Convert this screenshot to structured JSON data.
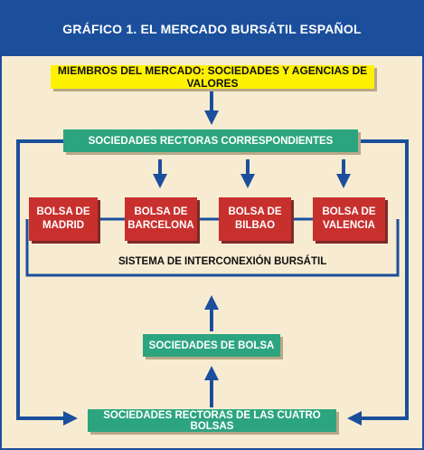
{
  "header": {
    "title": "GRÁFICO 1. EL MERCADO BURSÁTIL ESPAÑOL"
  },
  "members": {
    "label": "MIEMBROS DEL MERCADO: SOCIEDADES Y AGENCIAS DE VALORES"
  },
  "rectoras": {
    "label": "SOCIEDADES RECTORAS CORRESPONDIENTES"
  },
  "bolsas": [
    {
      "line1": "BOLSA DE",
      "line2": "MADRID"
    },
    {
      "line1": "BOLSA DE",
      "line2": "BARCELONA"
    },
    {
      "line1": "BOLSA DE",
      "line2": "BILBAO"
    },
    {
      "line1": "BOLSA DE",
      "line2": "VALENCIA"
    }
  ],
  "sistema": {
    "label": "SISTEMA DE INTERCONEXIÓN BURSÁTIL"
  },
  "sociedades_bolsa": {
    "label": "SOCIEDADES DE BOLSA"
  },
  "cuatro_bolsas": {
    "label": "SOCIEDADES RECTORAS DE LAS CUATRO BOLSAS"
  },
  "colors": {
    "header": "#1b4f9c",
    "background": "#f7ecd2",
    "arrow": "#1b4f9c",
    "yellow_box": "#fff200",
    "green_box": "#2ca57f",
    "red_box": "#c8302e"
  }
}
